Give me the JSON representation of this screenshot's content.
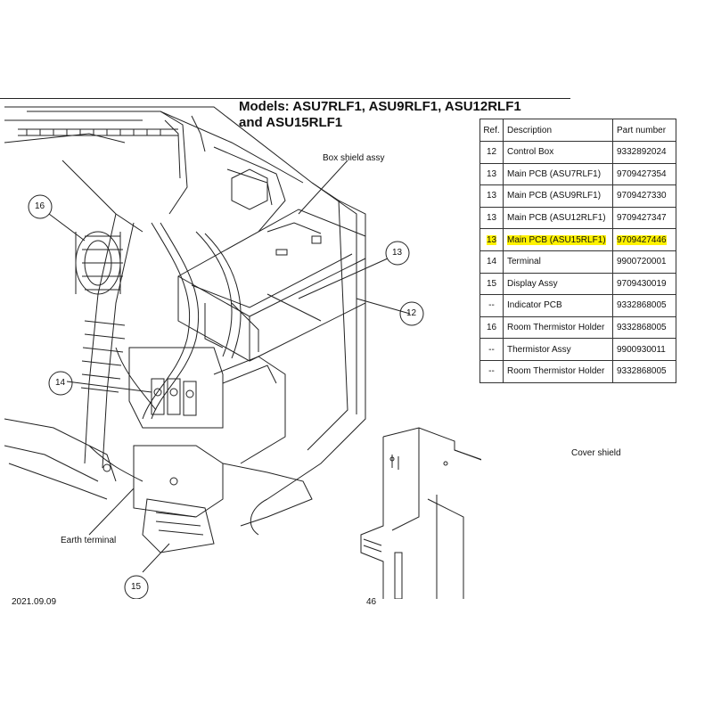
{
  "title_line1": "Models: ASU7RLF1, ASU9RLF1, ASU12RLF1",
  "title_line2": "and ASU15RLF1",
  "labels": {
    "box_shield": "Box shield assy",
    "cover_shield": "Cover shield",
    "earth_terminal": "Earth terminal"
  },
  "callouts": [
    "16",
    "13",
    "12",
    "14",
    "15"
  ],
  "table": {
    "headers": {
      "ref": "Ref.",
      "desc": "Description",
      "pn": "Part number"
    },
    "rows": [
      {
        "ref": "12",
        "desc": "Control Box",
        "pn": "9332892024"
      },
      {
        "ref": "13",
        "desc": "Main PCB (ASU7RLF1)",
        "pn": "9709427354"
      },
      {
        "ref": "13",
        "desc": "Main PCB (ASU9RLF1)",
        "pn": "9709427330"
      },
      {
        "ref": "13",
        "desc": "Main PCB (ASU12RLF1)",
        "pn": "9709427347"
      },
      {
        "ref": "13",
        "desc": "Main PCB (ASU15RLF1)",
        "pn": "9709427446"
      },
      {
        "ref": "14",
        "desc": "Terminal",
        "pn": "9900720001"
      },
      {
        "ref": "15",
        "desc": "Display Assy",
        "pn": "9709430019"
      },
      {
        "ref": "--",
        "desc": "Indicator PCB",
        "pn": "9332868005"
      },
      {
        "ref": "16",
        "desc": "Room Thermistor Holder",
        "pn": "9332868005"
      },
      {
        "ref": "--",
        "desc": "Thermistor Assy",
        "pn": "9900930011"
      },
      {
        "ref": "--",
        "desc": "Room Thermistor Holder",
        "pn": "9332868005"
      }
    ],
    "highlight_row": 4,
    "highlight_color": "#fff200"
  },
  "footer": {
    "date": "2021.09.09",
    "page": "46"
  }
}
